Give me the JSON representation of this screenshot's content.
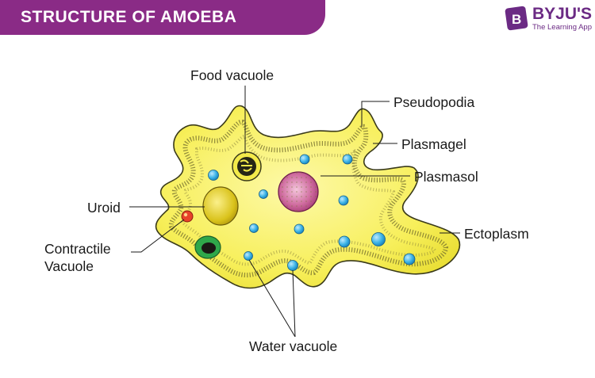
{
  "header": {
    "title": "STRUCTURE OF AMOEBA",
    "banner_color": "#8a2b86"
  },
  "brand": {
    "name": "BYJU'S",
    "tagline": "The Learning App",
    "color": "#6b2a84"
  },
  "labels": {
    "food_vacuole": "Food vacuole",
    "pseudopodia": "Pseudopodia",
    "plasmagel": "Plasmagel",
    "plasmasol": "Plasmasol",
    "uroid": "Uroid",
    "contractile_line1": "Contractile",
    "contractile_line2": "Vacuole",
    "ectoplasm": "Ectoplasm",
    "water_vacuole": "Water vacuole"
  },
  "colors": {
    "cytoplasm": "#f7ef5a",
    "membrane": "#3a3a1a",
    "water_vacuole": "#3bb3e6",
    "nucleus": "#9c2f6e",
    "uroid": "#d9c21a",
    "contractile": "#e8432a",
    "food_ring": "#2fa84a"
  }
}
